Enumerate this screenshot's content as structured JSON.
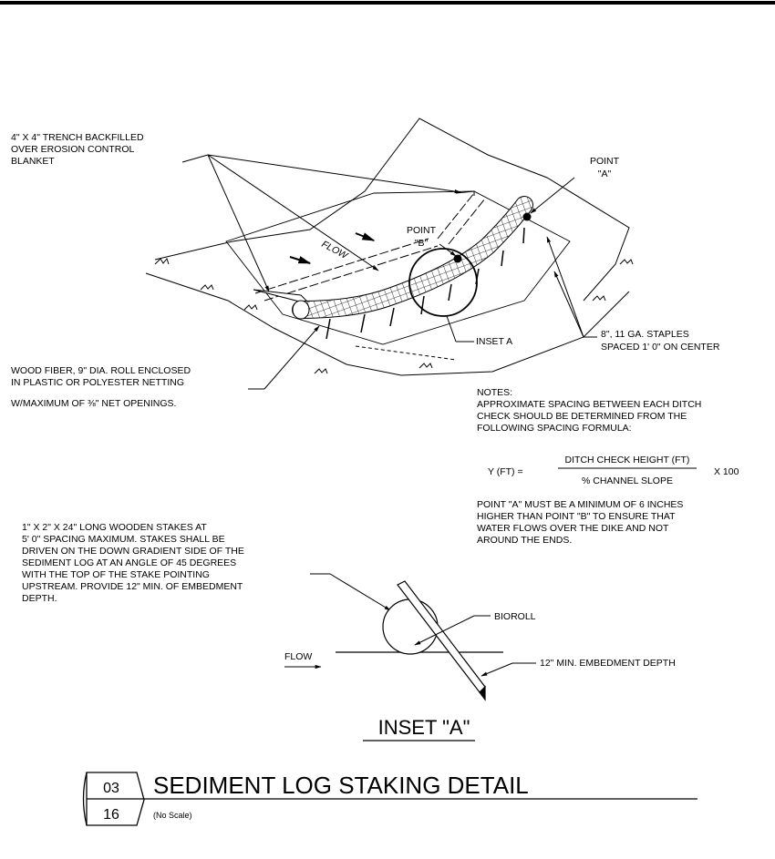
{
  "labels": {
    "trench": [
      "4\" X 4\" TRENCH BACKFILLED",
      "OVER EROSION CONTROL",
      "BLANKET"
    ],
    "point_a": [
      "POINT",
      "\"A\""
    ],
    "point_b": [
      "POINT",
      "\"B\""
    ],
    "flow_slanted": "FLOW",
    "inset_a_callout": "INSET A",
    "staples": [
      "8\",  11 GA.  STAPLES",
      "SPACED 1' 0\" ON CENTER"
    ],
    "wood_fiber": [
      "WOOD FIBER, 9\" DIA. ROLL ENCLOSED",
      "IN PLASTIC OR POLYESTER NETTING",
      "W/MAXIMUM OF ⅜\" NET OPENINGS."
    ],
    "stakes": [
      "1\" X 2\" X 24\" LONG WOODEN STAKES AT",
      "5' 0\" SPACING MAXIMUM. STAKES SHALL BE",
      "DRIVEN ON THE DOWN GRADIENT SIDE OF THE",
      "SEDIMENT LOG AT AN ANGLE OF 45 DEGREES",
      "WITH THE TOP OF THE STAKE POINTING",
      "UPSTREAM. PROVIDE 12\" MIN. OF EMBEDMENT",
      "DEPTH."
    ],
    "bioroll": "BIOROLL",
    "flow_inset": "FLOW",
    "embedment": "12\" MIN. EMBEDMENT DEPTH",
    "inset_title": "INSET \"A\""
  },
  "notes": {
    "heading": "NOTES:",
    "lines": [
      "APPROXIMATE SPACING BETWEEN EACH DITCH",
      "CHECK SHOULD BE DETERMINED FROM THE",
      "FOLLOWING SPACING FORMULA:"
    ],
    "formula_lhs": "Y  (FT) =",
    "formula_num": "DITCH CHECK HEIGHT (FT)",
    "formula_den": "% CHANNEL SLOPE",
    "formula_mult": "X 100",
    "point_lines": [
      "POINT \"A\" MUST BE A MINIMUM OF 6 INCHES",
      "HIGHER THAN POINT \"B\" TO ENSURE THAT",
      "WATER FLOWS OVER THE DIKE AND NOT",
      "AROUND THE ENDS."
    ]
  },
  "title_block": {
    "detail_number": "03",
    "sheet_number": "16",
    "title": "SEDIMENT LOG STAKING DETAIL",
    "scale": "(No Scale)"
  }
}
